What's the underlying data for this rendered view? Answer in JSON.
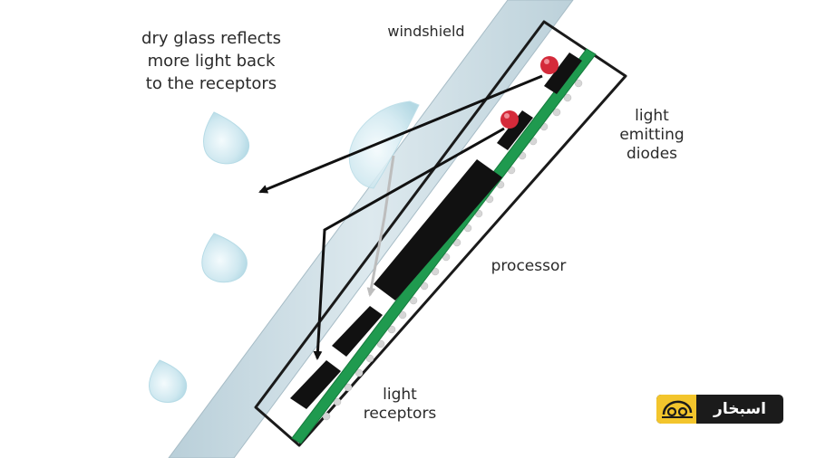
{
  "labels": {
    "dry_glass": [
      "dry glass reflects",
      "more light back",
      "to the receptors"
    ],
    "windshield": "windshield",
    "leds": [
      "light",
      "emitting",
      "diodes"
    ],
    "processor": "processor",
    "receptors": [
      "light",
      "receptors"
    ]
  },
  "logo": {
    "text": "اسبخار",
    "badge_icon": "car-face-icon"
  },
  "colors": {
    "glass": "#cfe0e8",
    "circuit_board": "#1f9a4f",
    "led": "#d42a3a",
    "component": "#111111",
    "logo_badge": "#f3c52c",
    "logo_bg": "#1b1b1b"
  }
}
